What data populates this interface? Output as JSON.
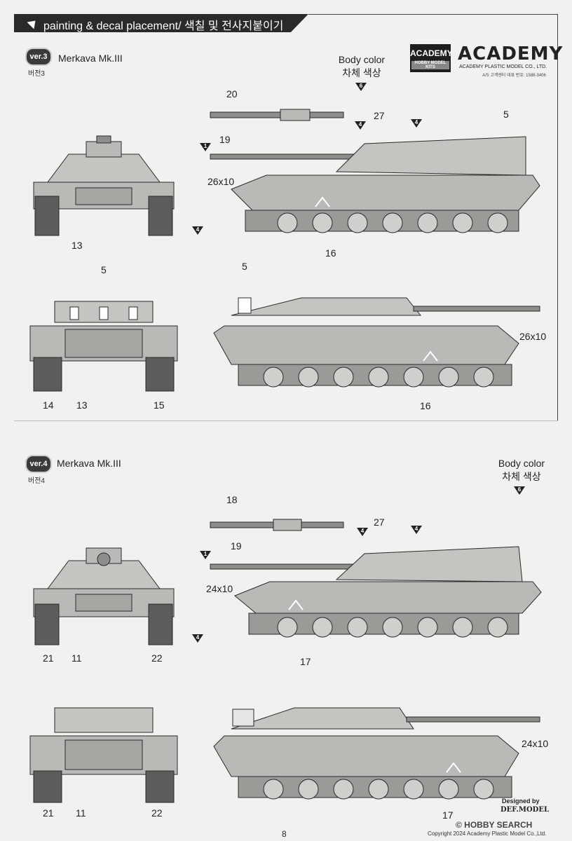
{
  "header": {
    "title": "painting & decal placement/ 색칠 및 전사지붙이기"
  },
  "brand": {
    "box_label": "ACADEMY",
    "box_sub": "HOBBY MODEL KITS",
    "wordmark": "ACADEMY",
    "company": "ACADEMY PLASTIC MODEL CO., LTD.",
    "service": "A/S 고객센터 대표 번호: 1588-3406"
  },
  "section_ver3": {
    "badge": "ver.3",
    "badge_sub": "버전3",
    "model": "Merkava Mk.III",
    "body_color_en": "Body color",
    "body_color_ko": "차체 색상",
    "color_no": "6",
    "labels": {
      "front_13": "13",
      "front_paint": "4",
      "side_20": "20",
      "side_19": "19",
      "side_27": "27",
      "side_5": "5",
      "side_26x10": "26x10",
      "side_16": "16",
      "side_paint1": "1",
      "side_paint4a": "4",
      "side_paint4b": "4",
      "rear_5": "5",
      "rear_14": "14",
      "rear_13": "13",
      "rear_15": "15",
      "side2_5": "5",
      "side2_26x10": "26x10",
      "side2_16": "16"
    }
  },
  "section_ver4": {
    "badge": "ver.4",
    "badge_sub": "버전4",
    "model": "Merkava Mk.III",
    "body_color_en": "Body color",
    "body_color_ko": "차체 색상",
    "color_no": "6",
    "labels": {
      "front_21": "21",
      "front_11": "11",
      "front_22": "22",
      "front_paint": "4",
      "side_18": "18",
      "side_19": "19",
      "side_27": "27",
      "side_24x10": "24x10",
      "side_17": "17",
      "side_paint1": "1",
      "side_paint4a": "4",
      "side_paint4b": "4",
      "rear_21": "21",
      "rear_11": "11",
      "rear_22": "22",
      "side2_24x10": "24x10",
      "side2_17": "17"
    }
  },
  "footer": {
    "designed_by": "Designed by",
    "designer": "DEF.MODEL",
    "page": "8",
    "copyright": "Copyright 2024 Academy Plastic Model Co.,Ltd.",
    "watermark": "© HOBBY SEARCH"
  },
  "colors": {
    "hull": "#b9b9b6",
    "hull_dark": "#8d8d8a",
    "outline": "#2a2a2a",
    "accent": "#2a2a2a"
  }
}
